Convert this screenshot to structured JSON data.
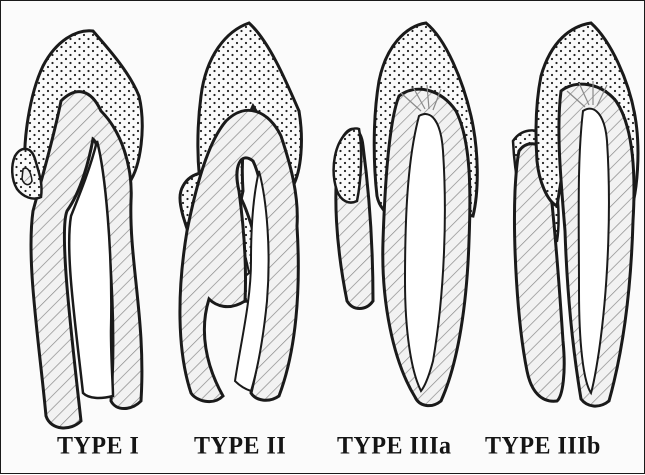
{
  "labels": {
    "type1": "TYPE I",
    "type2": "TYPE II",
    "type3a": "TYPE IIIa",
    "type3b": "TYPE IIIb"
  },
  "colors": {
    "ink": "#1a1a1a",
    "background": "#fbfbfb"
  }
}
